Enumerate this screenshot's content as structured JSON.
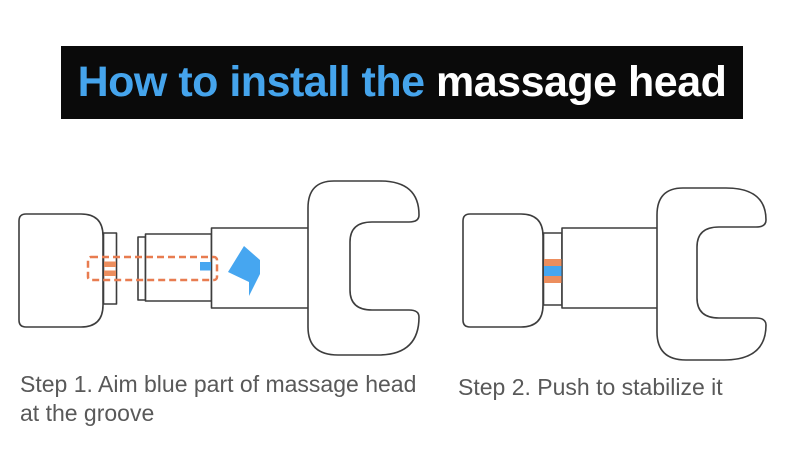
{
  "banner": {
    "title_highlight": "How to install the",
    "title_rest": " massage head",
    "bg_color": "#0a0a0a",
    "highlight_color": "#45a4ec",
    "rest_color": "#ffffff"
  },
  "steps": [
    {
      "caption": "Step 1. Aim blue part of massage head at the groove"
    },
    {
      "caption": "Step 2. Push to stabilize it"
    }
  ],
  "colors": {
    "outline": "#3d3d3d",
    "accent_blue": "#46a6f0",
    "accent_orange_dashed": "#e87c50",
    "accent_orange_fill": "#ec8e5e",
    "caption_text": "#595959"
  },
  "icons": {
    "insert_arrow": "left-block-arrow"
  }
}
